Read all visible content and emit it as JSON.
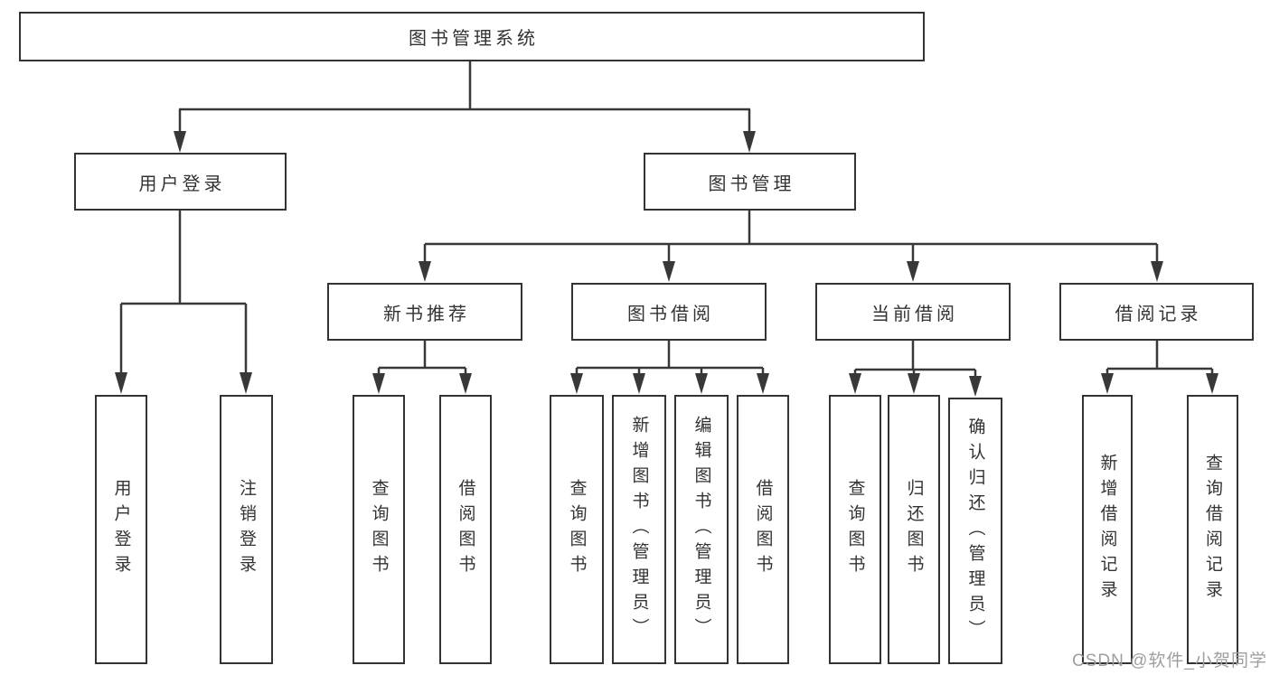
{
  "diagram": {
    "root": {
      "label": "图书管理系统"
    },
    "branches": [
      {
        "label": "用户登录",
        "children": [
          {
            "label": "用户登录"
          },
          {
            "label": "注销登录"
          }
        ]
      },
      {
        "label": "图书管理",
        "children": [
          {
            "label": "新书推荐",
            "children": [
              {
                "label": "查询图书"
              },
              {
                "label": "借阅图书"
              }
            ]
          },
          {
            "label": "图书借阅",
            "children": [
              {
                "label": "查询图书"
              },
              {
                "label": "新增图书（管理员）"
              },
              {
                "label": "编辑图书（管理员）"
              },
              {
                "label": "借阅图书"
              }
            ]
          },
          {
            "label": "当前借阅",
            "children": [
              {
                "label": "查询图书"
              },
              {
                "label": "归还图书"
              },
              {
                "label": "确认归还（管理员）"
              }
            ]
          },
          {
            "label": "借阅记录",
            "children": [
              {
                "label": "新增借阅记录"
              },
              {
                "label": "查询借阅记录"
              }
            ]
          }
        ]
      }
    ]
  },
  "watermark": {
    "text": "CSDN @软件_小贺同学",
    "color": "#9e9e9e"
  },
  "colors": {
    "line": "#383838",
    "border": "#333333",
    "text": "#333333",
    "background": "#ffffff"
  }
}
